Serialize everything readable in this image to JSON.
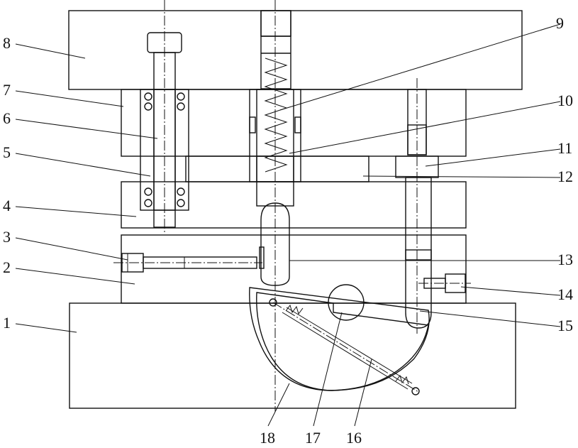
{
  "diagram": {
    "labels_left": [
      {
        "id": "8",
        "text": "8"
      },
      {
        "id": "7",
        "text": "7"
      },
      {
        "id": "6",
        "text": "6"
      },
      {
        "id": "5",
        "text": "5"
      },
      {
        "id": "4",
        "text": "4"
      },
      {
        "id": "3",
        "text": "3"
      },
      {
        "id": "2",
        "text": "2"
      },
      {
        "id": "1",
        "text": "1"
      }
    ],
    "labels_right": [
      {
        "id": "9",
        "text": "9"
      },
      {
        "id": "10",
        "text": "10"
      },
      {
        "id": "11",
        "text": "11"
      },
      {
        "id": "12",
        "text": "12"
      },
      {
        "id": "13",
        "text": "13"
      },
      {
        "id": "14",
        "text": "14"
      },
      {
        "id": "15",
        "text": "15"
      }
    ],
    "labels_bottom": [
      {
        "id": "18",
        "text": "18"
      },
      {
        "id": "17",
        "text": "17"
      },
      {
        "id": "16",
        "text": "16"
      }
    ],
    "colors": {
      "line": "#111111",
      "background": "#ffffff"
    }
  }
}
